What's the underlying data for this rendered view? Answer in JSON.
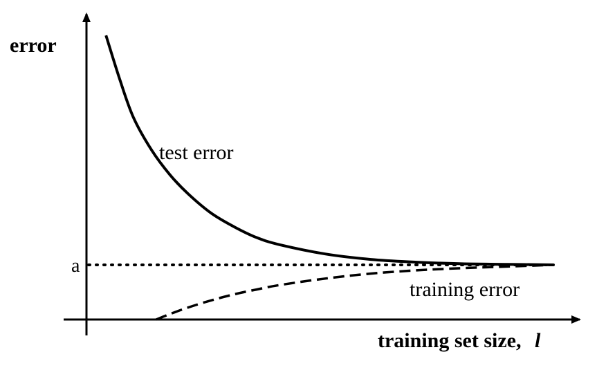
{
  "chart_data": {
    "type": "line",
    "ylabel": "error",
    "xlabel": "training set size,",
    "xlabel_var": "l",
    "y_tick_label": "a",
    "asymptote": {
      "y": 1,
      "style": "dotted"
    },
    "xlim": [
      0,
      100
    ],
    "ylim": [
      0,
      6
    ],
    "grid": false,
    "legend": "none",
    "series": [
      {
        "name": "test error",
        "style": "solid",
        "x": [
          2,
          5,
          8,
          12,
          16,
          20,
          25,
          30,
          35,
          40,
          50,
          60,
          70,
          80,
          90,
          100
        ],
        "y": [
          5.2,
          4.4,
          3.7,
          3.1,
          2.65,
          2.3,
          1.95,
          1.7,
          1.5,
          1.37,
          1.2,
          1.1,
          1.05,
          1.02,
          1.01,
          1.0
        ]
      },
      {
        "name": "training error",
        "style": "dashed",
        "x": [
          13,
          16,
          20,
          25,
          30,
          35,
          40,
          50,
          60,
          70,
          80,
          90,
          100
        ],
        "y": [
          0.0,
          0.1,
          0.22,
          0.35,
          0.46,
          0.55,
          0.63,
          0.75,
          0.84,
          0.9,
          0.94,
          0.97,
          1.0
        ]
      }
    ]
  }
}
